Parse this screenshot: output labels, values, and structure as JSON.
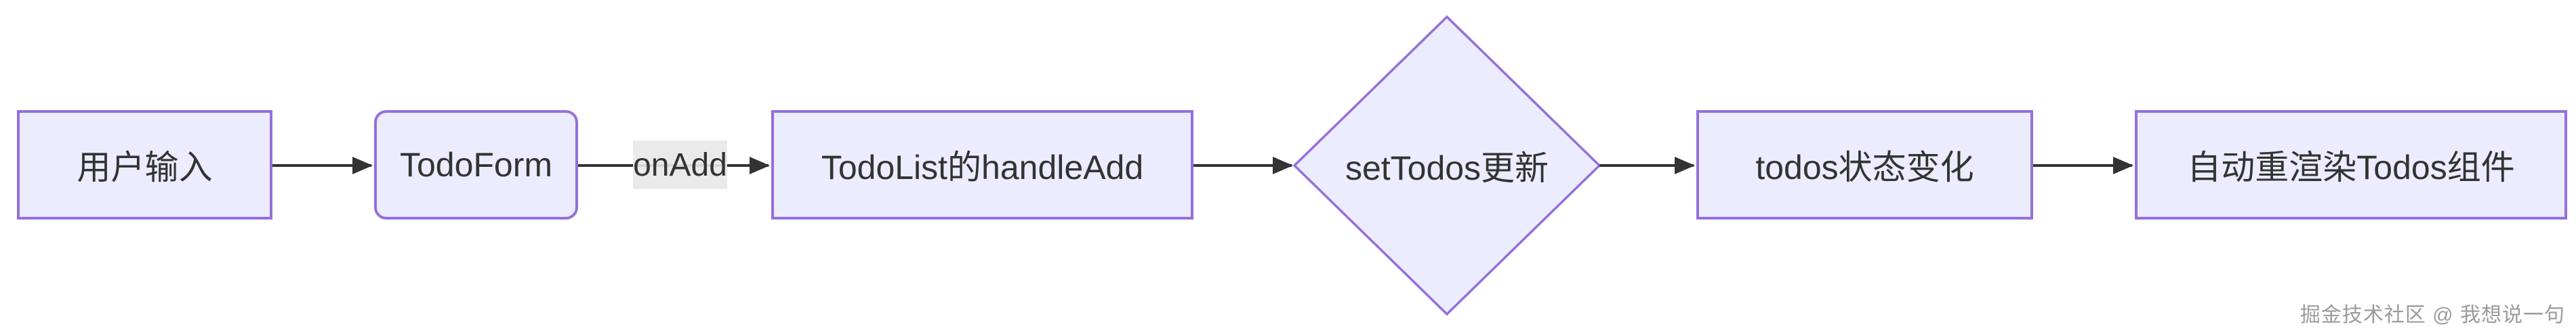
{
  "diagram": {
    "type": "flowchart-LR",
    "background": "#ffffff",
    "colors": {
      "node_fill": "#ECECFF",
      "node_border": "#9370DB",
      "edge_line": "#333333",
      "text": "#333333",
      "edge_label_bg": "#e8e8e8",
      "watermark_text": "#9b9b9b"
    },
    "nodes": [
      {
        "id": "A",
        "shape": "rect",
        "label": "用户输入"
      },
      {
        "id": "B",
        "shape": "rounded",
        "label": "TodoForm"
      },
      {
        "id": "C",
        "shape": "rect",
        "label": "TodoList的handleAdd"
      },
      {
        "id": "D",
        "shape": "diamond",
        "label": "setTodos更新"
      },
      {
        "id": "E",
        "shape": "rect",
        "label": "todos状态变化"
      },
      {
        "id": "F",
        "shape": "rect",
        "label": "自动重渲染Todos组件"
      }
    ],
    "edges": [
      {
        "from": "A",
        "to": "B",
        "label": ""
      },
      {
        "from": "B",
        "to": "C",
        "label": "onAdd"
      },
      {
        "from": "C",
        "to": "D",
        "label": ""
      },
      {
        "from": "D",
        "to": "E",
        "label": ""
      },
      {
        "from": "E",
        "to": "F",
        "label": ""
      }
    ]
  },
  "watermark": {
    "text": "掘金技术社区 @ 我想说一句"
  }
}
